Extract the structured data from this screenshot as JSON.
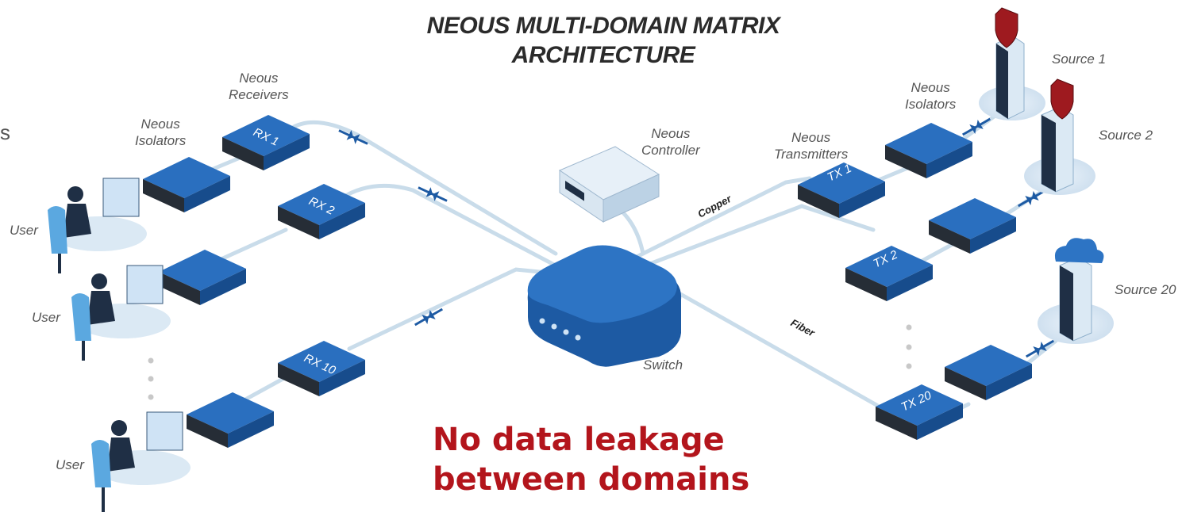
{
  "title": [
    "NEOUS MULTI-DOMAIN MATRIX",
    "ARCHITECTURE"
  ],
  "edge_fragment": "s",
  "labels": {
    "receivers": [
      "Neous",
      "Receivers"
    ],
    "isolators_left": [
      "Neous",
      "Isolators"
    ],
    "controller": [
      "Neous",
      "Controller"
    ],
    "transmitters": [
      "Neous",
      "Transmitters"
    ],
    "isolators_right": [
      "Neous",
      "Isolators"
    ],
    "switch": "Switch",
    "copper": "Copper",
    "fiber": "Fiber"
  },
  "users": [
    "User",
    "User",
    "User"
  ],
  "receivers": [
    "RX 1",
    "RX 2",
    "RX 10"
  ],
  "transmitters": [
    "TX 1",
    "TX 2",
    "TX 20"
  ],
  "sources": [
    "Source 1",
    "Source 2",
    "Source 20"
  ],
  "tagline": [
    "No data leakage",
    "between domains"
  ],
  "colors": {
    "device_blue": "#1d5aa3",
    "device_top": "#2a6fbf",
    "device_dark": "#262d36",
    "cable": "#c9dcea",
    "tagline_red": "#b3151c",
    "shield_red": "#9e1a1f",
    "server_light": "#dbe9f4",
    "server_dark": "#1f2f45"
  },
  "icons": [
    "user-workstation-icon",
    "server-icon",
    "shield-icon",
    "cloud-icon",
    "isolator-break-icon"
  ]
}
